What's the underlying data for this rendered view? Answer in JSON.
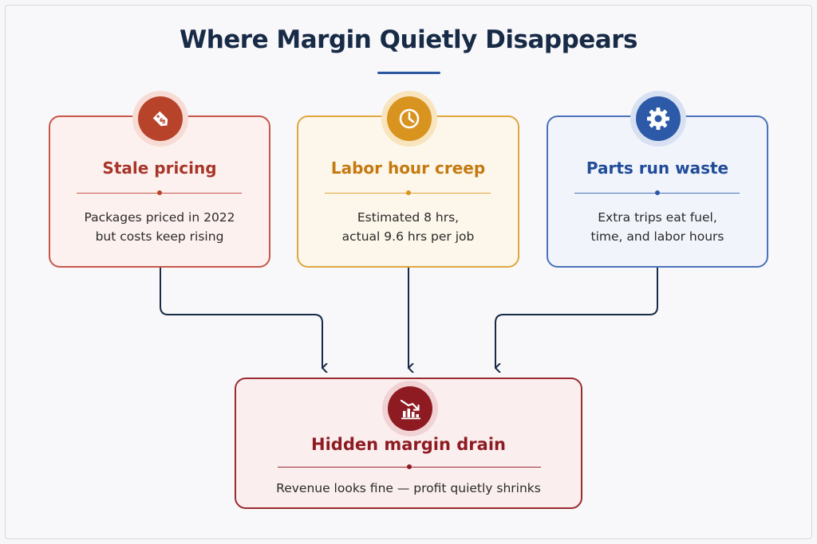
{
  "title": "Where Margin Quietly Disappears",
  "causes": [
    {
      "title": "Stale pricing",
      "body_line1": "Packages priced in 2022",
      "body_line2": "but costs keep rising",
      "icon": "price-tag-icon",
      "accent": "#b8432b",
      "fill": "#fdf1ef"
    },
    {
      "title": "Labor hour creep",
      "body_line1": "Estimated 8 hrs,",
      "body_line2": "actual 9.6 hrs per job",
      "icon": "clock-icon",
      "accent": "#d9941f",
      "fill": "#fdf6ea"
    },
    {
      "title": "Parts run waste",
      "body_line1": "Extra trips eat fuel,",
      "body_line2": "time, and labor hours",
      "icon": "gear-icon",
      "accent": "#2d5aa8",
      "fill": "#f1f4fb"
    }
  ],
  "result": {
    "title": "Hidden margin drain",
    "body": "Revenue looks fine — profit quietly shrinks",
    "icon": "declining-chart-icon",
    "accent": "#8e1b22",
    "fill": "#fbeeee"
  },
  "connector_color": "#172a46"
}
